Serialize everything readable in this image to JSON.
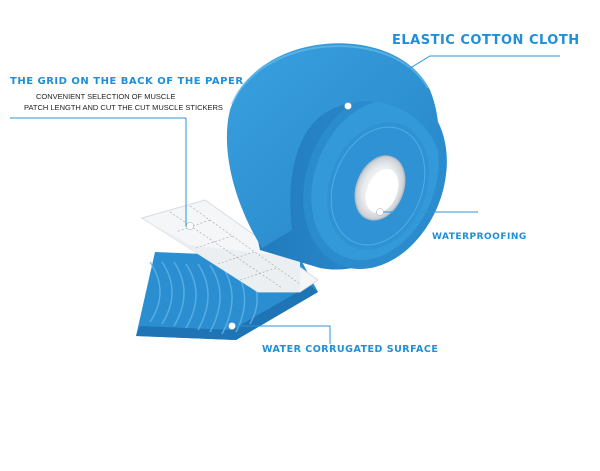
{
  "image": {
    "description_colors": {
      "tape": "#2f95d6",
      "tape_shadow": "#1c72b0",
      "accent_text": "#1f8fd6",
      "leader_line": "#2f95d6",
      "backing_paper": "#f4f6f8",
      "background": "#ffffff"
    }
  },
  "callouts": {
    "elastic": {
      "title": "ELASTIC COTTON CLOTH"
    },
    "grid": {
      "title": "THE GRID ON THE BACK OF THE PAPER",
      "line1": "CONVENIENT SELECTION OF MUSCLE",
      "line2": "PATCH LENGTH AND CUT THE CUT MUSCLE STICKERS"
    },
    "waterproof": {
      "title": "WATERPROOFING"
    },
    "corrugated": {
      "title": "WATER CORRUGATED SURFACE"
    }
  }
}
